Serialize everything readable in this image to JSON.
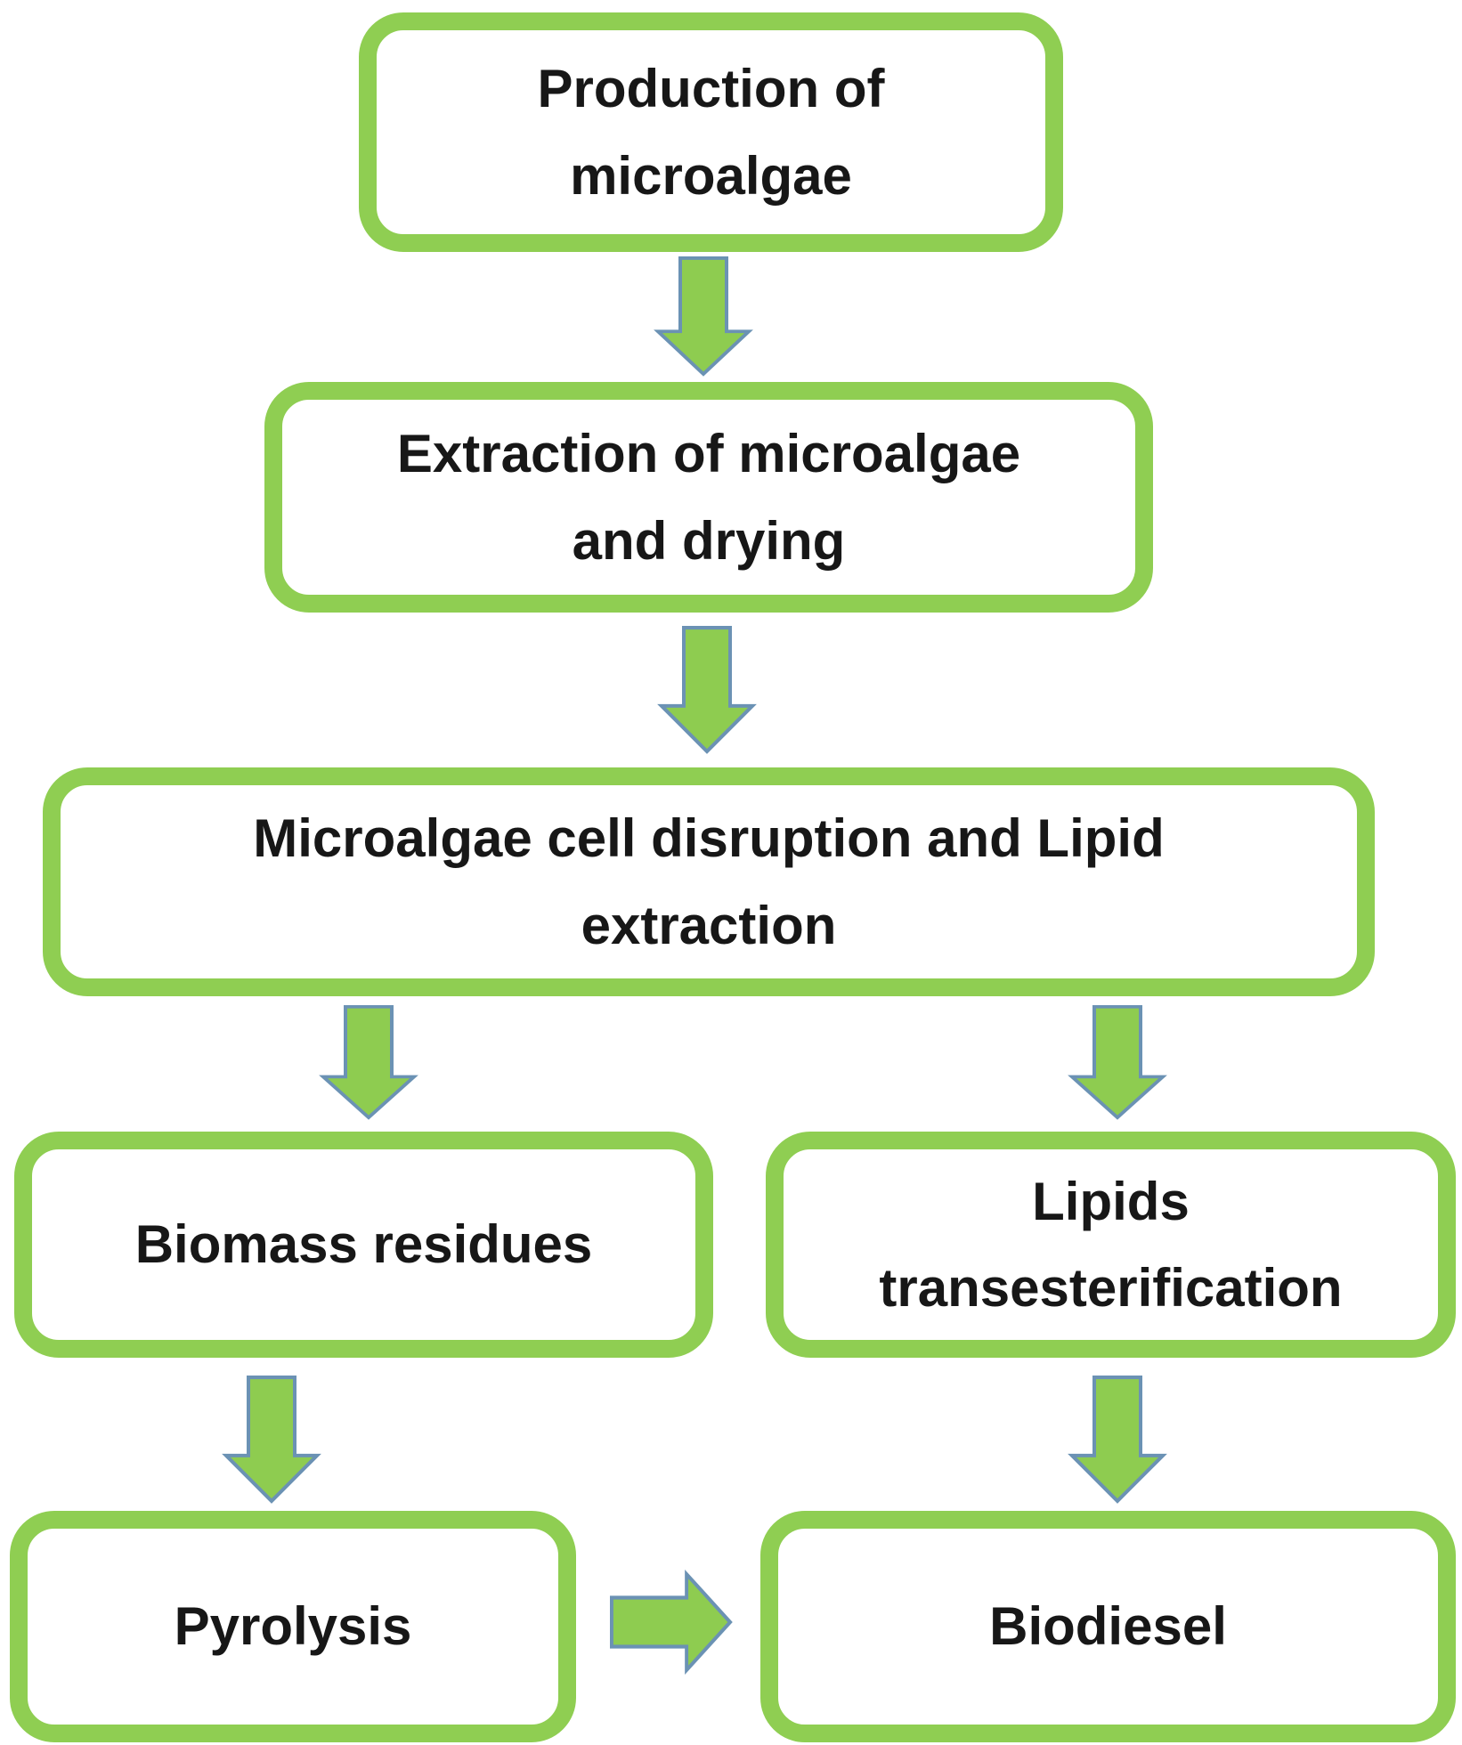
{
  "diagram": {
    "type": "flowchart",
    "colors": {
      "background": "#ffffff",
      "box_border": "#8fce52",
      "box_fill": "#ffffff",
      "arrow_fill": "#8ecc50",
      "arrow_outline": "#6b92b4",
      "text_color": "#171717"
    },
    "nodes": [
      {
        "id": "production",
        "label": "Production of\nmicroalgae"
      },
      {
        "id": "extraction-drying",
        "label": "Extraction of microalgae\nand drying"
      },
      {
        "id": "cell-disruption",
        "label": "Microalgae cell disruption and Lipid\nextraction"
      },
      {
        "id": "biomass-residues",
        "label": "Biomass residues"
      },
      {
        "id": "lipids-transesterification",
        "label": "Lipids\ntransesterification"
      },
      {
        "id": "pyrolysis",
        "label": "Pyrolysis"
      },
      {
        "id": "biodiesel",
        "label": "Biodiesel"
      }
    ],
    "edges": [
      {
        "from": "production",
        "to": "extraction-drying",
        "direction": "down"
      },
      {
        "from": "extraction-drying",
        "to": "cell-disruption",
        "direction": "down"
      },
      {
        "from": "cell-disruption",
        "to": "biomass-residues",
        "direction": "down"
      },
      {
        "from": "cell-disruption",
        "to": "lipids-transesterification",
        "direction": "down"
      },
      {
        "from": "biomass-residues",
        "to": "pyrolysis",
        "direction": "down"
      },
      {
        "from": "lipids-transesterification",
        "to": "biodiesel",
        "direction": "down"
      },
      {
        "from": "pyrolysis",
        "to": "biodiesel",
        "direction": "right"
      }
    ]
  }
}
